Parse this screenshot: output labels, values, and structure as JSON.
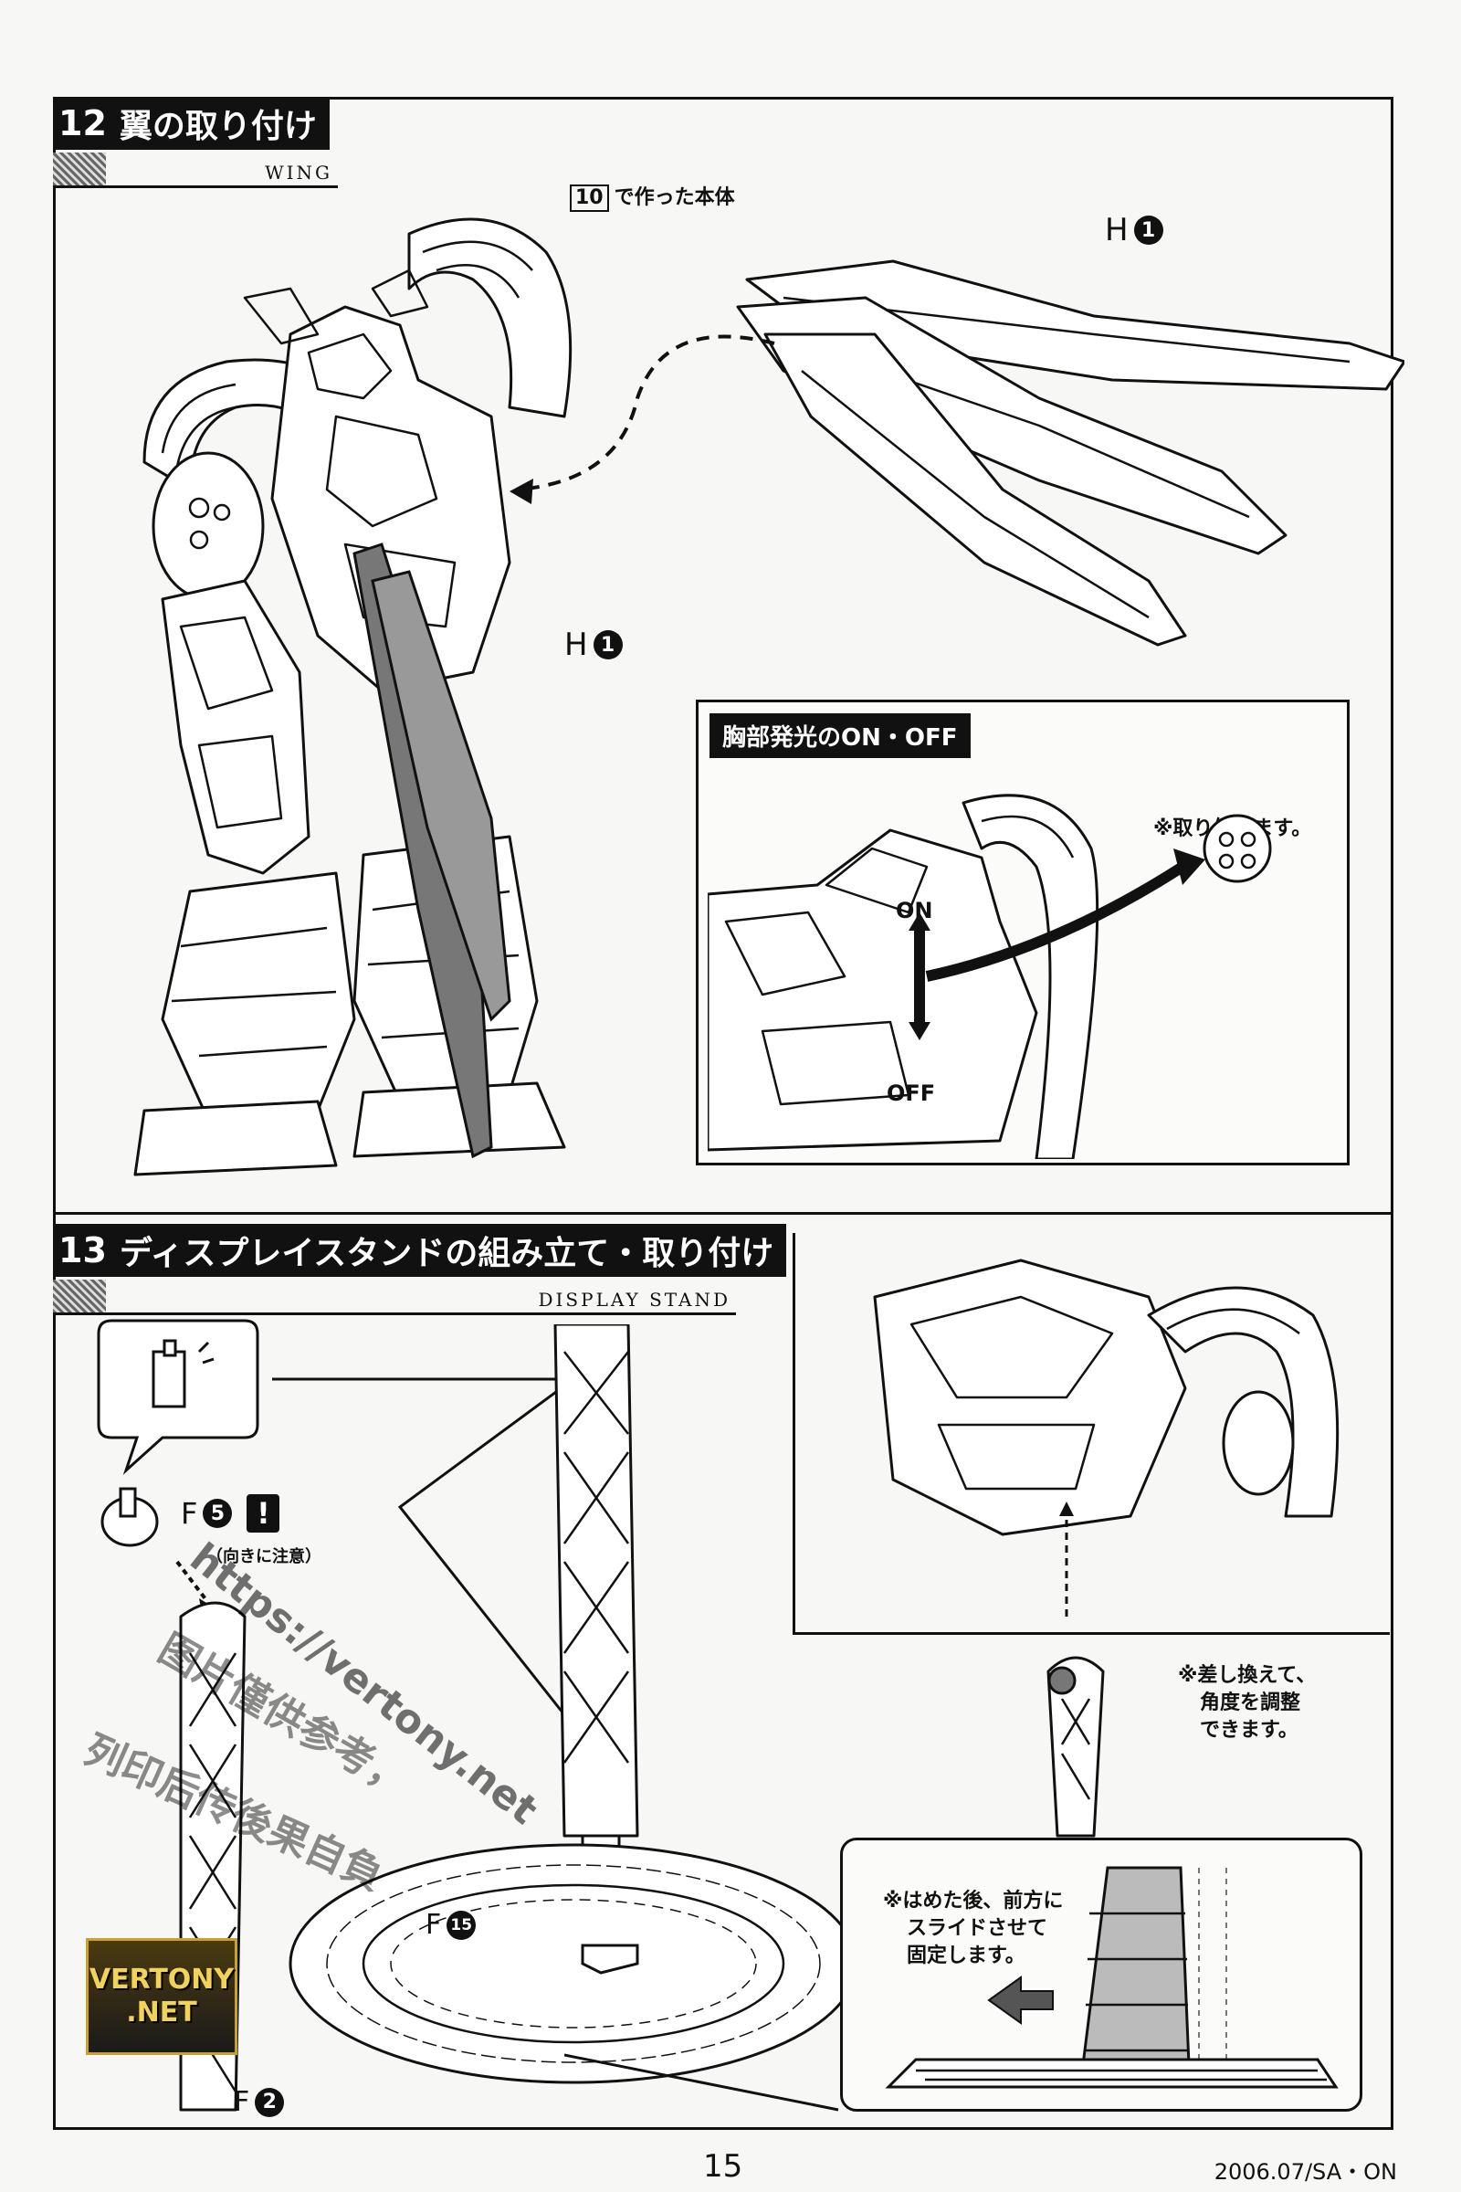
{
  "step12": {
    "number": "12",
    "title": "翼の取り付け",
    "subtitle": "WING",
    "ref_number": "10",
    "ref_text": "で作った本体",
    "part_top": {
      "letter": "H",
      "num": "1"
    },
    "part_mid": {
      "letter": "H",
      "num": "1"
    },
    "inset": {
      "title": "胸部発光のON・OFF",
      "note": "※取り外します。",
      "on_label": "ON",
      "off_label": "OFF"
    }
  },
  "step13": {
    "number": "13",
    "title": "ディスプレイスタンドの組み立て・取り付け",
    "subtitle": "DISPLAY STAND",
    "part_f5": {
      "letter": "F",
      "num": "5"
    },
    "caution_mark": "!",
    "caution_text": "（向きに注意）",
    "part_f15": {
      "letter": "F",
      "num": "15"
    },
    "part_f2": {
      "letter": "F",
      "num": "2"
    },
    "note_angle": [
      "※差し換えて、",
      "角度を調整",
      "できます。"
    ],
    "note_slide": [
      "※はめた後、前方に",
      "スライドさせて",
      "固定します。"
    ]
  },
  "watermark": {
    "url": "https://vertony.net",
    "line1": "图片僅供参考，",
    "line2": "列印后传後果自負",
    "logo_line1": "VERTONY",
    "logo_line2": ".NET"
  },
  "footer": {
    "page_number": "15",
    "code": "2006.07/SA・ON"
  }
}
